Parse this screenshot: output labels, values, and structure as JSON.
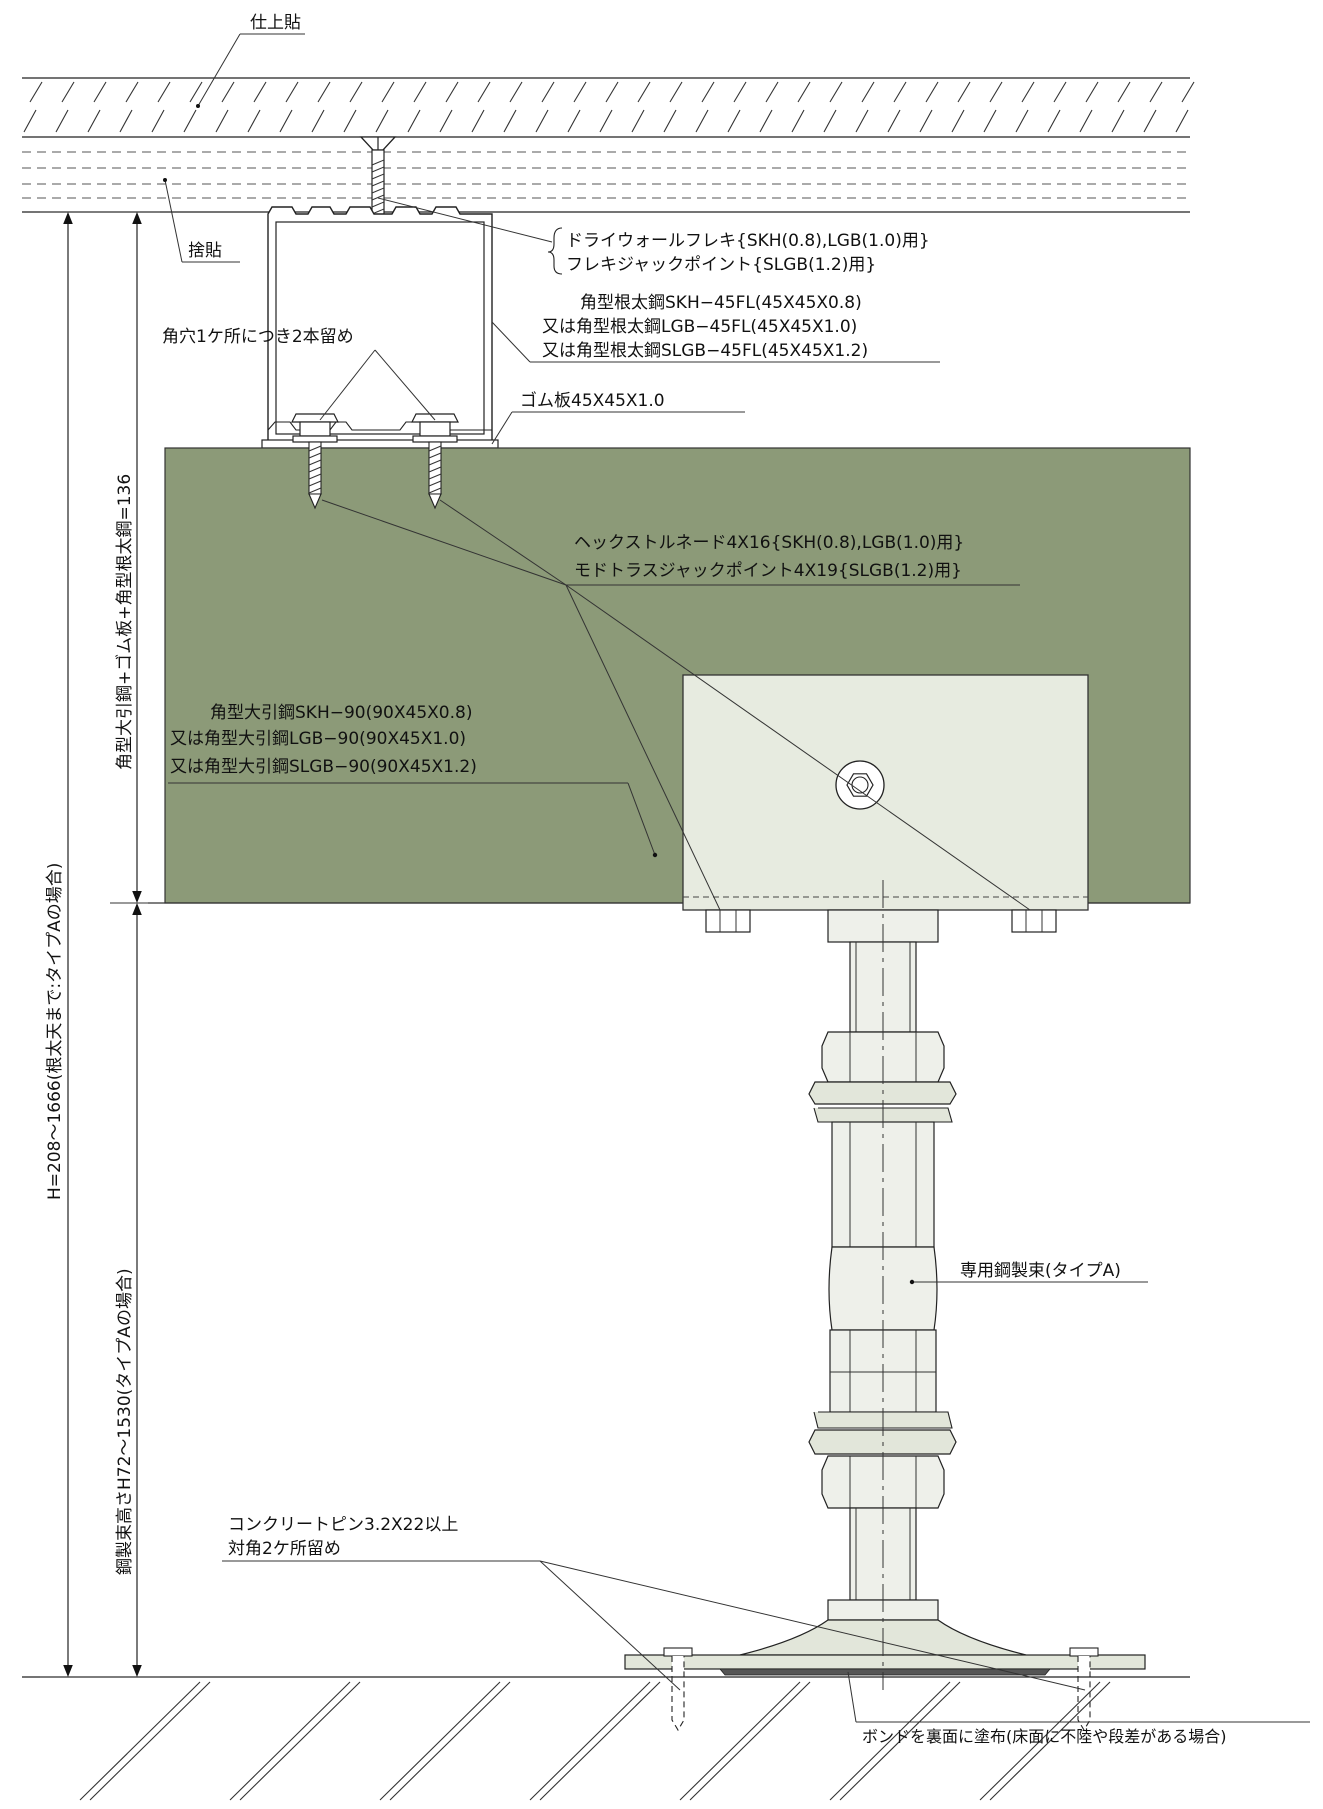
{
  "labels": {
    "finish_floor": "仕上貼",
    "base_board": "捨貼",
    "screw_top_1": "ドライウォールフレキ{SKH(0.8),LGB(1.0)用}",
    "screw_top_2": "フレキジャックポイント{SLGB(1.2)用}",
    "joist_1": "角型根太鋼SKH−45FL(45X45X0.8)",
    "joist_2": "又は角型根太鋼LGB−45FL(45X45X1.0)",
    "joist_3": "又は角型根太鋼SLGB−45FL(45X45X1.2)",
    "two_screws": "角穴1ケ所につき2本留め",
    "rubber": "ゴム板45X45X1.0",
    "hex_screw_1": "ヘックストルネード4X16{SKH(0.8),LGB(1.0)用}",
    "hex_screw_2": "モドトラスジャックポイント4X19{SLGB(1.2)用}",
    "beam_1": "角型大引鋼SKH−90(90X45X0.8)",
    "beam_2": "又は角型大引鋼LGB−90(90X45X1.0)",
    "beam_3": "又は角型大引鋼SLGB−90(90X45X1.2)",
    "post": "専用鋼製束(タイプA)",
    "pin_1": "コンクリートピン3.2X22以上",
    "pin_2": "対角2ケ所留め",
    "bond": "ボンドを裏面に塗布(床面に不陸や段差がある場合)"
  },
  "dimensions": {
    "total_height": "H=208〜1666(根太天まで:タイプAの場合)",
    "upper_height": "角型大引鋼+ゴム板+角型根太鋼=136",
    "post_height": "鋼製束高さH72〜1530(タイプAの場合)"
  },
  "colors": {
    "beam_fill": "#8c9a78",
    "bracket_fill": "#e7ebe0",
    "post_fill": "#eef0ea",
    "line": "#222222"
  }
}
